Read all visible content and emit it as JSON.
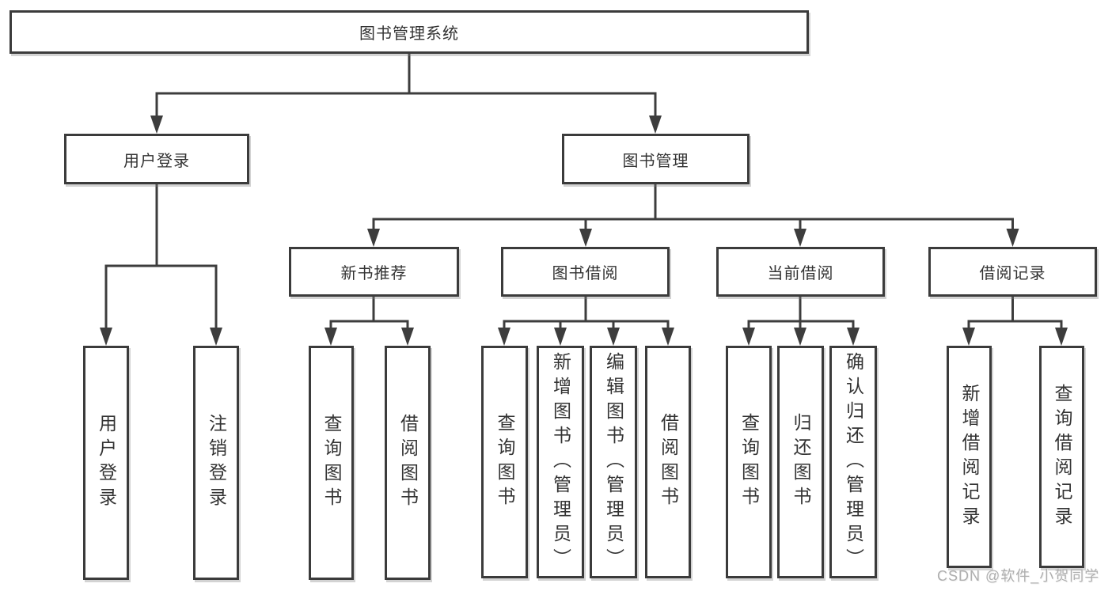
{
  "diagram": {
    "root": {
      "label": "图书管理系统"
    },
    "level2": [
      {
        "label": "用户登录",
        "children": [
          {
            "label": "用户登录"
          },
          {
            "label": "注销登录"
          }
        ]
      },
      {
        "label": "图书管理",
        "children": [
          {
            "label": "新书推荐",
            "children": [
              {
                "label": "查询图书"
              },
              {
                "label": "借阅图书"
              }
            ]
          },
          {
            "label": "图书借阅",
            "children": [
              {
                "label": "查询图书"
              },
              {
                "label": "新增图书（管理员）"
              },
              {
                "label": "编辑图书（管理员）"
              },
              {
                "label": "借阅图书"
              }
            ]
          },
          {
            "label": "当前借阅",
            "children": [
              {
                "label": "查询图书"
              },
              {
                "label": "归还图书"
              },
              {
                "label": "确认归还（管理员）"
              }
            ]
          },
          {
            "label": "借阅记录",
            "children": [
              {
                "label": "新增借阅记录"
              },
              {
                "label": "查询借阅记录"
              }
            ]
          }
        ]
      }
    ]
  },
  "watermark": {
    "text": "CSDN @软件_小贺同学"
  },
  "colors": {
    "line": "#3d3d3d",
    "box_border": "#3b3b3b",
    "text": "#333333",
    "background": "#ffffff",
    "watermark": "#aeaeae"
  }
}
